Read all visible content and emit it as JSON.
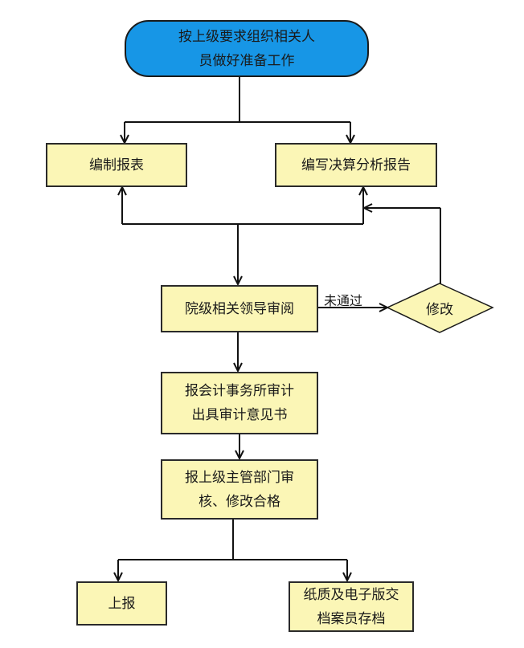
{
  "diagram": {
    "nodes": {
      "start": {
        "line1": "按上级要求组织相关人",
        "line2": "员做好准备工作"
      },
      "compile_statements": "编制报表",
      "write_report": "编写决算分析报告",
      "leader_review": "院级相关领导审阅",
      "revise": "修改",
      "audit": {
        "line1": "报会计事务所审计",
        "line2": "出具审计意见书"
      },
      "superior_review": {
        "line1": "报上级主管部门审",
        "line2": "核、修改合格"
      },
      "submit": "上报",
      "archive": {
        "line1": "纸质及电子版交",
        "line2": "档案员存档"
      }
    },
    "edge_labels": {
      "not_passed": "未通过"
    },
    "colors": {
      "start_fill": "#1796e6",
      "process_fill": "#fbf6b6",
      "stroke": "#1a1a1a"
    }
  }
}
